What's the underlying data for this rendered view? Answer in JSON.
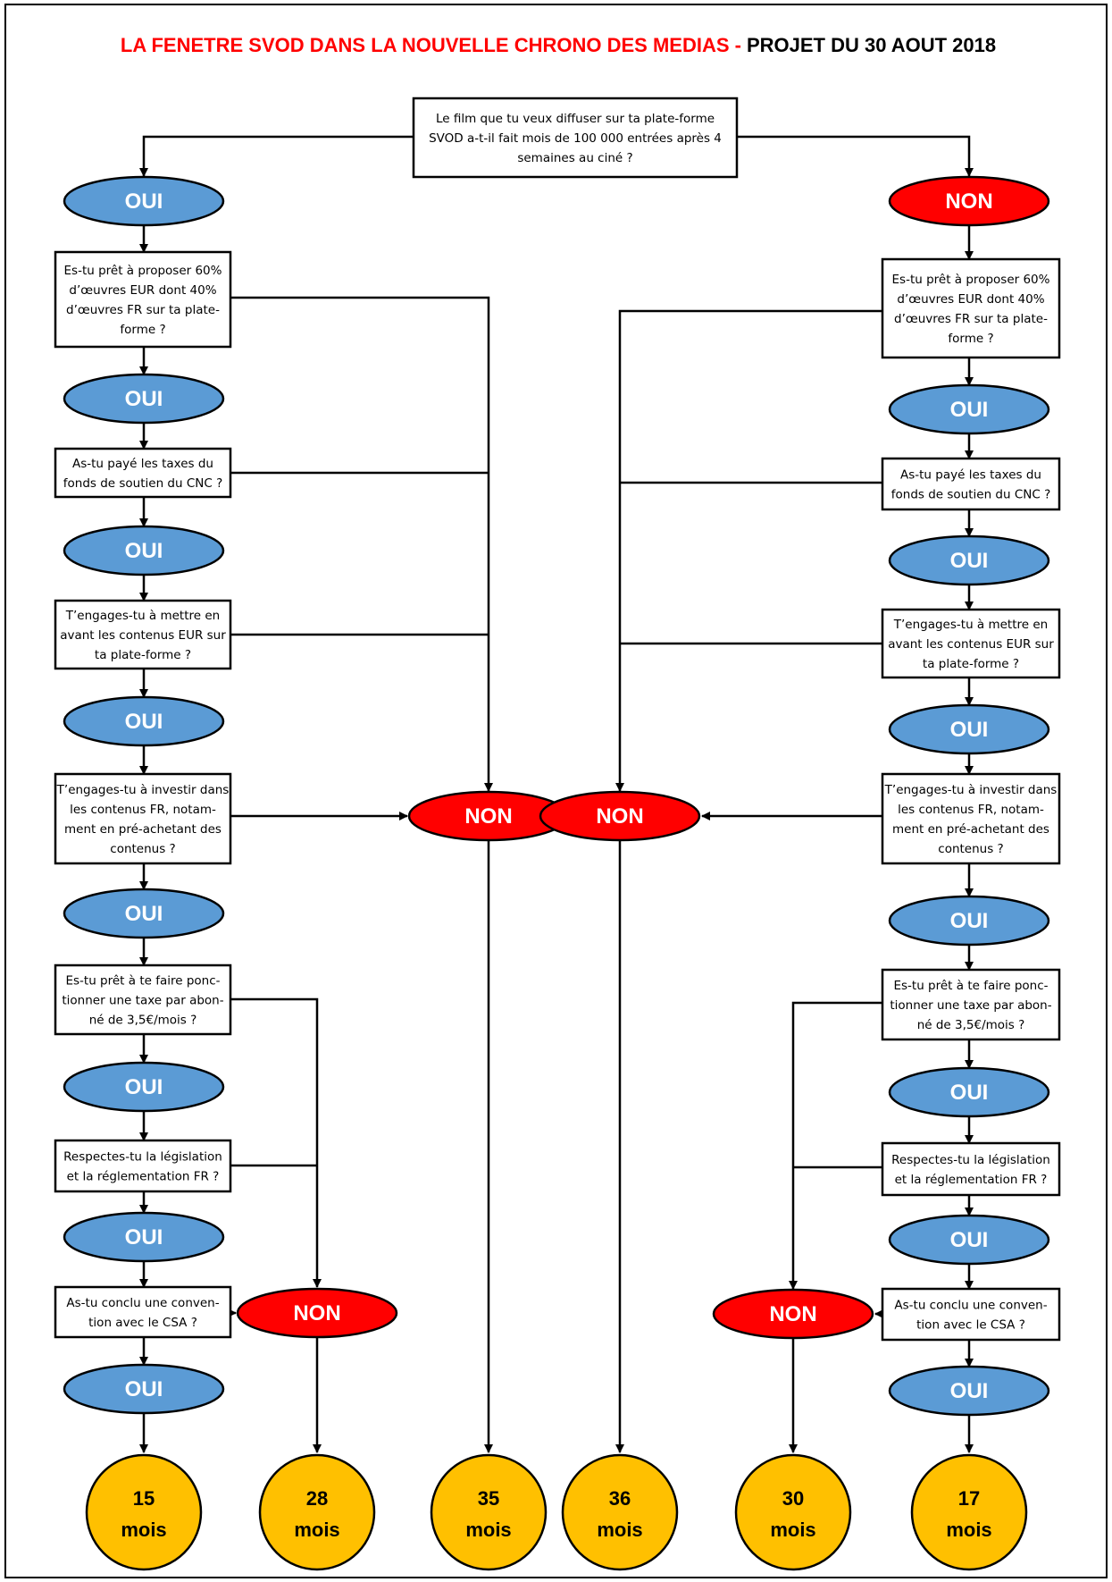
{
  "title": {
    "part1": "LA FENETRE SVOD DANS LA NOUVELLE CHRONO DES MEDIAS -",
    "part2": "PROJET DU 30 AOUT 2018"
  },
  "colors": {
    "oui_fill": "#5b9bd5",
    "non_fill": "#ff0000",
    "result_fill": "#ffc000",
    "title_red": "#ff0000"
  },
  "labels": {
    "yes": "OUI",
    "no": "NON",
    "months": "mois"
  },
  "start_question": [
    "Le film que tu veux diffuser sur ta plate-forme",
    "SVOD a-t-il fait mois de 100 000 entrées après 4",
    "semaines au ciné ?"
  ],
  "questions": [
    [
      "Es-tu prêt à proposer 60%",
      "d’œuvres EUR dont 40%",
      "d’œuvres FR sur ta plate-",
      "forme ?"
    ],
    [
      "As-tu payé les taxes du",
      "fonds de soutien du CNC ?"
    ],
    [
      "T’engages-tu à mettre en",
      "avant les contenus EUR sur",
      "ta plate-forme ?"
    ],
    [
      "T’engages-tu à investir dans",
      "les contenus FR, notam-",
      "ment en pré-achetant des",
      "contenus ?"
    ],
    [
      "Es-tu prêt à te faire ponc-",
      "tionner une taxe par abon-",
      "né de 3,5€/mois ?"
    ],
    [
      "Respectes-tu la législation",
      "et la réglementation FR ?"
    ],
    [
      "As-tu conclu une conven-",
      "tion avec le CSA ?"
    ]
  ],
  "results": [
    "15",
    "28",
    "35",
    "36",
    "30",
    "17"
  ]
}
